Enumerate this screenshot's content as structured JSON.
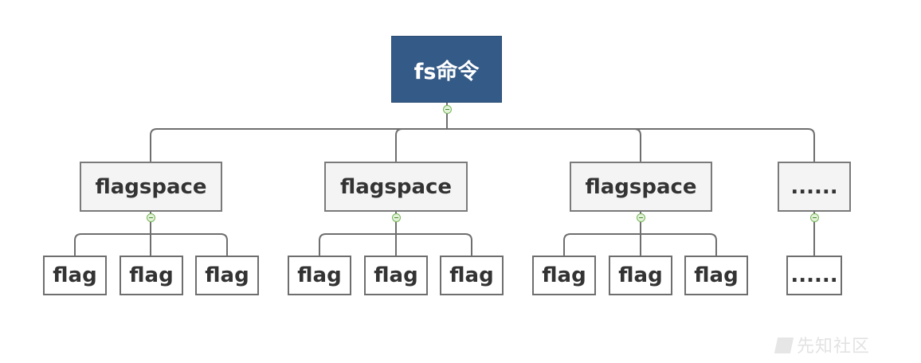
{
  "root": {
    "label": "fs命令"
  },
  "groups": [
    {
      "label": "flagspace",
      "children": [
        "flag",
        "flag",
        "flag"
      ]
    },
    {
      "label": "flagspace",
      "children": [
        "flag",
        "flag",
        "flag"
      ]
    },
    {
      "label": "flagspace",
      "children": [
        "flag",
        "flag",
        "flag"
      ]
    },
    {
      "label": "......",
      "children": [
        "......"
      ]
    }
  ],
  "watermark": {
    "text": "先知社区"
  },
  "colors": {
    "root_fill": "#345a87",
    "node_fill": "#f4f4f4",
    "connector": "#6e6e6e",
    "collapse_toggle": "#78b55a"
  },
  "icons": {
    "collapse_toggle": "collapse-toggle-icon",
    "watermark_logo": "xianzhi-logo-icon"
  }
}
